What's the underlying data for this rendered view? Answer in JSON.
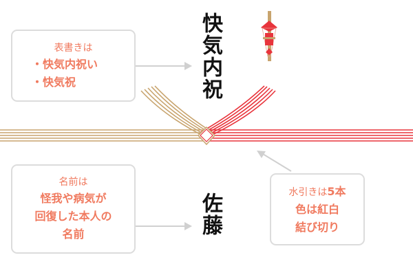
{
  "omotegaki_box": {
    "heading": "表書きは",
    "items": [
      "快気内祝い",
      "快気祝"
    ]
  },
  "name_box": {
    "heading": "名前は",
    "lines": [
      "怪我や病気が",
      "回復した本人の",
      "名前"
    ]
  },
  "mizuhiki_box": {
    "heading_prefix": "水引きは",
    "heading_strong": "5本",
    "lines": [
      "色は紅白",
      "結び切り"
    ]
  },
  "noshi_title": "快気内祝",
  "noshi_name": "佐藤",
  "colors": {
    "accent": "#f07a5f",
    "gold": "#c8a46e",
    "red": "#e8343c",
    "border": "#dcdcdc"
  }
}
